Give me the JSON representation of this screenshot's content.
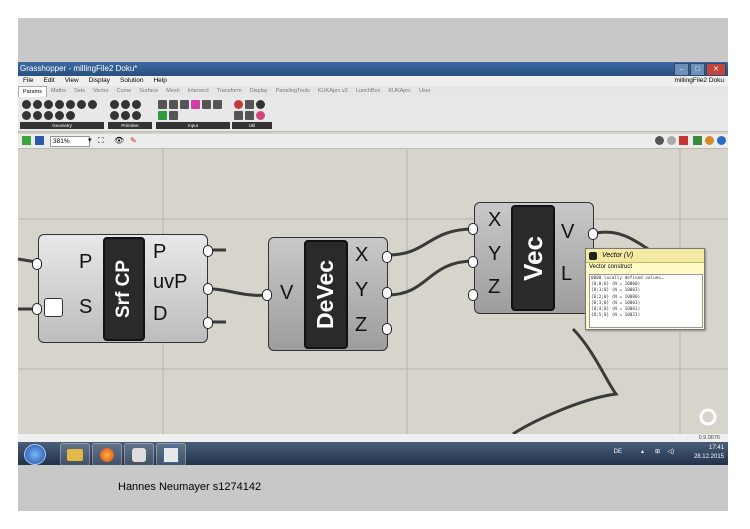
{
  "window": {
    "title": "Grasshopper - millingFile2 Doku*",
    "right_label": "millingFile2 Doku"
  },
  "menu": [
    "File",
    "Edit",
    "View",
    "Display",
    "Solution",
    "Help"
  ],
  "tabs": [
    "Params",
    "Maths",
    "Sets",
    "Vector",
    "Curve",
    "Surface",
    "Mesh",
    "Intersect",
    "Transform",
    "Display",
    "PanelingTools",
    "KUKAprc v2",
    "LunchBox",
    "KUKAprc",
    "User"
  ],
  "ribbon_groups": [
    "Geometry",
    "Primitive",
    "Input",
    "Util"
  ],
  "viewbar": {
    "zoom": "381%"
  },
  "components": {
    "srfcp": {
      "label": "Srf CP",
      "inputs": [
        "P",
        "S"
      ],
      "outputs": [
        "P",
        "uvP",
        "D"
      ]
    },
    "devec": {
      "label": "DeVec",
      "inputs": [
        "V"
      ],
      "outputs": [
        "X",
        "Y",
        "Z"
      ]
    },
    "vec": {
      "label": "Vec",
      "inputs": [
        "X",
        "Y",
        "Z"
      ],
      "outputs": [
        "V",
        "L"
      ]
    }
  },
  "tooltip": {
    "title": "Vector (V)",
    "subtitle": "Vector construct",
    "lines": [
      "0000 locally defined values…",
      "{0;0;0}  (N = 10000)",
      "{0;1;0}  (N = 10003)",
      "{0;2;0}  (N = 10000)",
      "{0;3;0}  (N = 10001)",
      "{0;4;0}  (N = 10001)",
      "{0;5;0}  (N = 10021)"
    ]
  },
  "status": {
    "version": "0.9.0076"
  },
  "taskbar": {
    "lang": "DE",
    "time": "17:41",
    "date": "28.12.2015"
  },
  "caption": "Hannes Neumayer s1274142",
  "colors": {
    "canvas": "#d7d4cc",
    "tooltip": "#fffbc8",
    "wire": "#3a3a3a"
  }
}
